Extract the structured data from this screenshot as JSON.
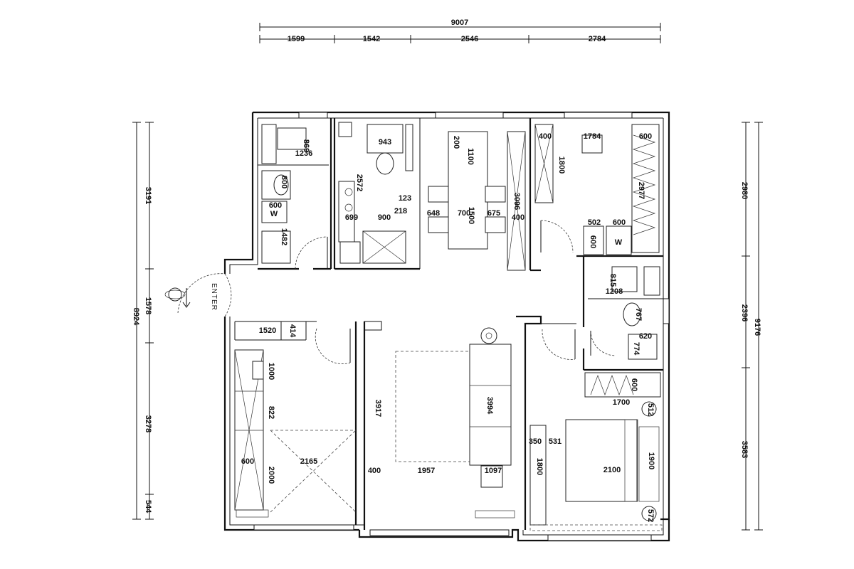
{
  "plan": {
    "enter_label": "ENTER",
    "top_dims": {
      "total": "9007",
      "segments": [
        "1599",
        "1542",
        "2546",
        "2784"
      ]
    },
    "left_dims": {
      "total": "8924",
      "segments": [
        "3191",
        "1578",
        "3278",
        "544"
      ]
    },
    "right_dims": {
      "total": "9176",
      "segments": [
        "2980",
        "2396",
        "3583"
      ]
    },
    "interior_dims": {
      "bath_a_1": "869",
      "bath_a_2": "1236",
      "bath_a_3": "800",
      "bath_a_4": "600",
      "bath_a_5": "1482",
      "bath_a_w": "W",
      "kitchen_1": "943",
      "kitchen_2": "2572",
      "kitchen_3": "699",
      "kitchen_4": "900",
      "kitchen_5": "218",
      "kitchen_6": "123",
      "dining_1": "200",
      "dining_2": "1100",
      "dining_3": "648",
      "dining_4": "700",
      "dining_5": "1500",
      "dining_6": "675",
      "dining_7": "3096",
      "dining_8": "400",
      "bed1_1": "400",
      "bed1_2": "1784",
      "bed1_3": "600",
      "bed1_4": "1800",
      "bed1_5": "2977",
      "bed1_6": "502",
      "bed1_7": "600",
      "bed1_8": "600",
      "bed1_w": "W",
      "bath_b_1": "815",
      "bath_b_2": "1208",
      "bath_b_3": "767",
      "bath_b_4": "620",
      "bath_b_5": "774",
      "hall_1": "1520",
      "hall_2": "414",
      "study_1": "1000",
      "study_2": "822",
      "study_3": "600",
      "study_4": "2165",
      "study_5": "2000",
      "living_1": "3917",
      "living_2": "3994",
      "living_3": "400",
      "living_4": "1957",
      "living_5": "1097",
      "bed2_1": "600",
      "bed2_2": "1700",
      "bed2_3": "512",
      "bed2_4": "350",
      "bed2_5": "531",
      "bed2_6": "1800",
      "bed2_7": "2100",
      "bed2_8": "1900",
      "bed2_9": "572"
    }
  }
}
